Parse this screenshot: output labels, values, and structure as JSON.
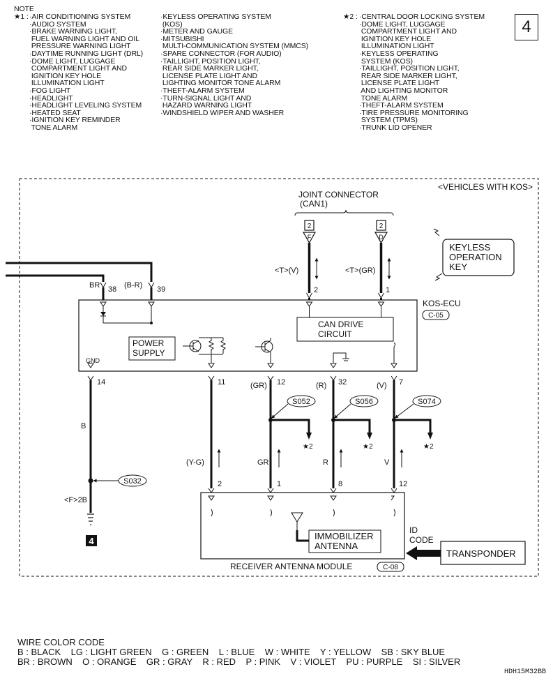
{
  "notes": {
    "heading": "NOTE",
    "mark1": "★1 :",
    "mark2": "★2 :",
    "col1": [
      "·AIR CONDITIONING SYSTEM",
      "·AUDIO SYSTEM",
      "·BRAKE WARNING LIGHT,",
      " FUEL WARNING LIGHT AND OIL",
      " PRESSURE WARNING LIGHT",
      "·DAYTIME RUNNING LIGHT (DRL)",
      "·DOME LIGHT, LUGGAGE",
      " COMPARTMENT LIGHT AND",
      " IGNITION KEY HOLE",
      " ILLUMINATION LIGHT",
      "·FOG LIGHT",
      "·HEADLIGHT",
      "·HEADLIGHT LEVELING SYSTEM",
      "·HEATED SEAT",
      "·IGNITION KEY REMINDER",
      " TONE ALARM"
    ],
    "col2": [
      "·KEYLESS OPERATING SYSTEM",
      " (KOS)",
      "·METER AND GAUGE",
      "·MITSUBISHI",
      " MULTI-COMMUNICATION SYSTEM (MMCS)",
      "·SPARE CONNECTOR (FOR AUDIO)",
      "·TAILLIGHT, POSITION LIGHT,",
      " REAR SIDE MARKER LIGHT,",
      " LICENSE PLATE LIGHT AND",
      " LIGHTING MONITOR TONE ALARM",
      "·THEFT-ALARM SYSTEM",
      "·TURN-SIGNAL LIGHT AND",
      " HAZARD WARNING LIGHT",
      "·WINDSHIELD WIPER AND WASHER"
    ],
    "col3": [
      "·CENTRAL DOOR LOCKING SYSTEM",
      "·DOME LIGHT, LUGGAGE",
      " COMPARTMENT LIGHT AND",
      " IGNITION KEY HOLE",
      " ILLUMINATION LIGHT",
      "·KEYLESS OPERATING",
      " SYSTEM (KOS)",
      "·TAILLIGHT, POSITION LIGHT,",
      " REAR SIDE MARKER LIGHT,",
      " LICENSE PLATE LIGHT",
      " AND LIGHTING MONITOR",
      " TONE ALARM",
      "·THEFT-ALARM SYSTEM",
      "·TIRE PRESSURE MONITORING",
      " SYSTEM (TPMS)",
      "·TRUNK LID OPENER"
    ]
  },
  "page_number": "4",
  "diagram": {
    "variant": "<VEHICLES WITH KOS>",
    "joint_connector": "JOINT CONNECTOR",
    "joint_connector_sub": "(CAN1)",
    "jc_num": "2",
    "jc_pin_left": "F",
    "jc_pin_right": "D",
    "can_left_label": "<T>(V)",
    "can_right_label": "<T>(GR)",
    "can_left_pin": "2",
    "can_right_pin": "1",
    "keyless_key": [
      "KEYLESS",
      "OPERATION",
      "KEY"
    ],
    "kos_ecu": "KOS-ECU",
    "kos_ecu_conn": "C-05",
    "br_wire": "BR",
    "br_pin": "38",
    "br_r_wire": "(B-R)",
    "br_r_pin": "39",
    "power_supply": [
      "POWER",
      "SUPPLY"
    ],
    "can_drive": [
      "CAN DRIVE",
      "CIRCUIT"
    ],
    "gnd": "GND",
    "pins_bottom": [
      "14",
      "11",
      "12",
      "32",
      "7"
    ],
    "wire_colors_bottom": [
      "(GR)",
      "(R)",
      "(V)"
    ],
    "splices": [
      "S052",
      "S056",
      "S074",
      "S032"
    ],
    "star2": "★2",
    "wire_b": "B",
    "wire_yg": "(Y-G)",
    "wire_gr": "GR",
    "wire_r": "R",
    "wire_v": "V",
    "ground_conn": "<F>2B",
    "ground_num": "4",
    "rx_pins": [
      "2",
      "1",
      "8",
      "12"
    ],
    "immobilizer": [
      "IMMOBILIZER",
      "ANTENNA"
    ],
    "id_code": [
      "ID",
      "CODE"
    ],
    "transponder": "TRANSPONDER",
    "receiver": "RECEIVER ANTENNA MODULE",
    "receiver_conn": "C-08"
  },
  "wire_color_code": {
    "heading": "WIRE COLOR CODE",
    "line1": "B : BLACK    LG : LIGHT GREEN    G : GREEN    L : BLUE    W : WHITE    Y : YELLOW    SB : SKY BLUE",
    "line2": "BR : BROWN    O : ORANGE    GR : GRAY    R : RED    P : PINK    V : VIOLET    PU : PURPLE    SI : SILVER"
  },
  "drawing_code": "HDH15M32BB"
}
